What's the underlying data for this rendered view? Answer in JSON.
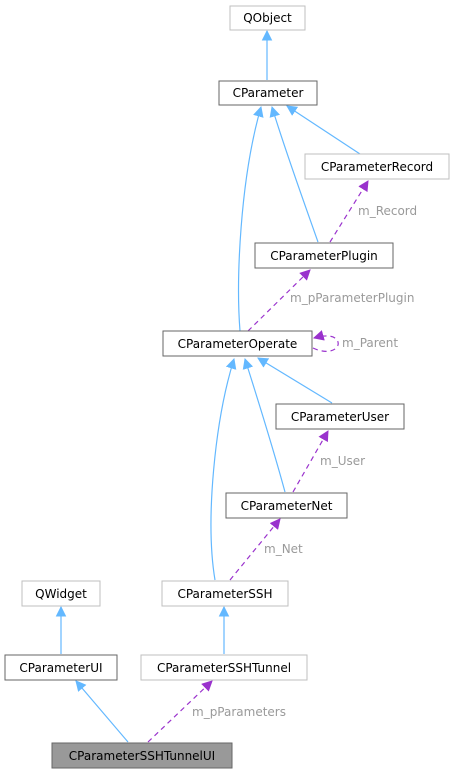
{
  "diagram": {
    "type": "class-collaboration-graph",
    "colors": {
      "inherit_edge": "#63b8ff",
      "usage_edge": "#9a32cd",
      "node_border_dark": "#666666",
      "node_border_light": "#bfbfbf",
      "highlight_fill": "#999999",
      "edge_label": "#9a9a9a"
    },
    "nodes": [
      {
        "id": "qobject",
        "label": "QObject",
        "style": "external"
      },
      {
        "id": "cparameter",
        "label": "CParameter",
        "style": "documented"
      },
      {
        "id": "cparameterrecord",
        "label": "CParameterRecord",
        "style": "external"
      },
      {
        "id": "cparameterplugin",
        "label": "CParameterPlugin",
        "style": "documented"
      },
      {
        "id": "cparameteroperate",
        "label": "CParameterOperate",
        "style": "documented"
      },
      {
        "id": "cparameteruser",
        "label": "CParameterUser",
        "style": "documented"
      },
      {
        "id": "cparameternet",
        "label": "CParameterNet",
        "style": "documented"
      },
      {
        "id": "qwidget",
        "label": "QWidget",
        "style": "external"
      },
      {
        "id": "cparameterssh",
        "label": "CParameterSSH",
        "style": "external"
      },
      {
        "id": "cparameterui",
        "label": "CParameterUI",
        "style": "documented"
      },
      {
        "id": "cparametersshtunnel",
        "label": "CParameterSSHTunnel",
        "style": "external"
      },
      {
        "id": "cparametersshtunnelui",
        "label": "CParameterSSHTunnelUI",
        "style": "highlight"
      }
    ],
    "edges": [
      {
        "from": "cparameter",
        "to": "qobject",
        "kind": "inherit"
      },
      {
        "from": "cparameterrecord",
        "to": "cparameter",
        "kind": "inherit"
      },
      {
        "from": "cparameterplugin",
        "to": "cparameter",
        "kind": "inherit"
      },
      {
        "from": "cparameteroperate",
        "to": "cparameter",
        "kind": "inherit"
      },
      {
        "from": "cparameterplugin",
        "to": "cparameterrecord",
        "kind": "usage",
        "label": "m_Record"
      },
      {
        "from": "cparameteroperate",
        "to": "cparameterplugin",
        "kind": "usage",
        "label": "m_pParameterPlugin"
      },
      {
        "from": "cparameteroperate",
        "to": "cparameteroperate",
        "kind": "usage",
        "label": "m_Parent"
      },
      {
        "from": "cparameteruser",
        "to": "cparameteroperate",
        "kind": "inherit"
      },
      {
        "from": "cparameternet",
        "to": "cparameteroperate",
        "kind": "inherit"
      },
      {
        "from": "cparameterssh",
        "to": "cparameteroperate",
        "kind": "inherit"
      },
      {
        "from": "cparameternet",
        "to": "cparameteruser",
        "kind": "usage",
        "label": "m_User"
      },
      {
        "from": "cparameterssh",
        "to": "cparameternet",
        "kind": "usage",
        "label": "m_Net"
      },
      {
        "from": "cparameterui",
        "to": "qwidget",
        "kind": "inherit"
      },
      {
        "from": "cparametersshtunnel",
        "to": "cparameterssh",
        "kind": "inherit"
      },
      {
        "from": "cparametersshtunnelui",
        "to": "cparameterui",
        "kind": "inherit"
      },
      {
        "from": "cparametersshtunnelui",
        "to": "cparametersshtunnel",
        "kind": "usage",
        "label": "m_pParameters"
      }
    ]
  }
}
